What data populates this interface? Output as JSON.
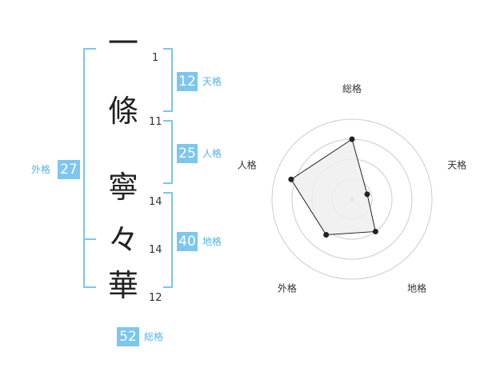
{
  "name": {
    "chars": [
      {
        "char": "一",
        "strokes": "1"
      },
      {
        "char": "條",
        "strokes": "11"
      },
      {
        "char": "寧",
        "strokes": "14"
      },
      {
        "char": "々",
        "strokes": "14"
      },
      {
        "char": "華",
        "strokes": "12"
      }
    ]
  },
  "kakusu": {
    "tenkaku": {
      "value": "12",
      "label": "天格"
    },
    "jinkaku": {
      "value": "25",
      "label": "人格"
    },
    "chikaku": {
      "value": "40",
      "label": "地格"
    },
    "gaikaku": {
      "value": "27",
      "label": "外格"
    },
    "soukaku": {
      "value": "52",
      "label": "総格"
    }
  },
  "chart_data": {
    "type": "radar",
    "axes": [
      "総格",
      "天格",
      "地格",
      "外格",
      "人格"
    ],
    "values": [
      0.75,
      0.2,
      0.5,
      0.55,
      0.8
    ],
    "rings": 4,
    "colors": {
      "fill": "#efefef",
      "stroke": "#222222",
      "grid": "#cccccc",
      "accent": "#7cc6ef"
    }
  }
}
